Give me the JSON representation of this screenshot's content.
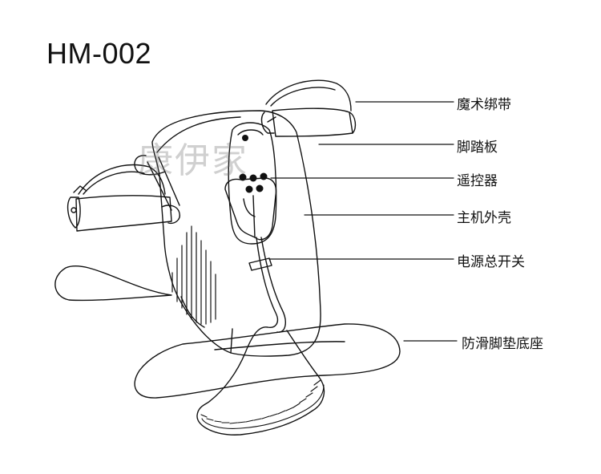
{
  "model": "HM-002",
  "watermark": "康伊家",
  "labels": {
    "strap": "魔术绑带",
    "pedal": "脚踏板",
    "remote": "遥控器",
    "housing": "主机外壳",
    "power_switch": "电源总开关",
    "base": "防滑脚垫底座"
  },
  "colors": {
    "line": "#111111",
    "background": "#ffffff",
    "watermark": "#8a8a8a"
  }
}
